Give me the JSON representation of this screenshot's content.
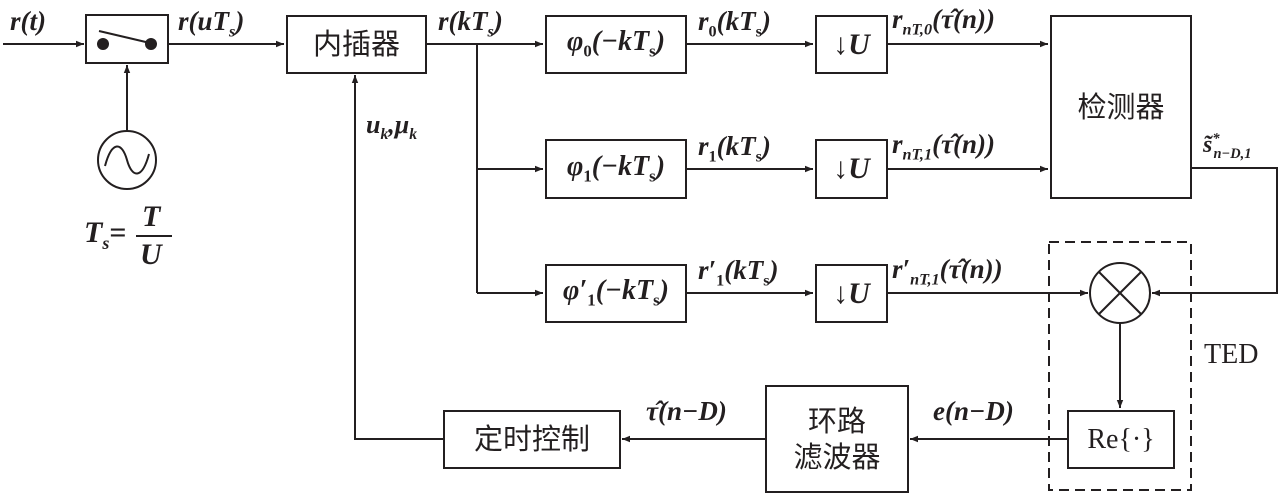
{
  "diagram": {
    "type": "block-diagram",
    "title": "Timing recovery loop with interpolator and TED",
    "colors": {
      "stroke": "#231f20",
      "background": "#ffffff"
    },
    "signals": {
      "input": "r(t)",
      "sampled": "r(uT",
      "sampled_sub": "s",
      "sampled_close": ")",
      "interp_out": "r(kT",
      "interp_out_sub": "s",
      "interp_out_close": ")",
      "control": "u",
      "control_sub": "k",
      "control_sep": ",μ",
      "control_sub2": "k",
      "r0": "r",
      "r0_sub": "0",
      "r0_arg": "(kT",
      "r0_arg_sub": "s",
      "r0_close": ")",
      "r1": "r",
      "r1_sub": "1",
      "r1_arg": "(kT",
      "r1_arg_sub": "s",
      "r1_close": ")",
      "r1p": "r′",
      "r1p_sub": "1",
      "r1p_arg": "(kT",
      "r1p_arg_sub": "s",
      "r1p_close": ")",
      "rn0": "r",
      "rn0_sub": "nT,0",
      "rn0_arg": "(τ̂(n))",
      "rn1": "r",
      "rn1_sub": "nT,1",
      "rn1_arg": "(τ̂(n))",
      "rn1p": "r′",
      "rn1p_sub": "nT,1",
      "rn1p_arg": "(τ̂(n))",
      "detector_out": "s̃",
      "detector_out_sup": "*",
      "detector_out_sub": "n−D,1",
      "error": "e(n−D)",
      "tau_est": "τ̂(n−D)"
    },
    "blocks": {
      "sampler": "switch",
      "oscillator": "sine-source",
      "ts_lhs": "T",
      "ts_lhs_sub": "s",
      "ts_eq": "=",
      "ts_num": "T",
      "ts_den": "U",
      "interpolator": "内插器",
      "phi0": "φ",
      "phi0_sub": "0",
      "phi0_arg": "(−kT",
      "phi0_arg_sub": "s",
      "phi0_close": ")",
      "phi1": "φ",
      "phi1_sub": "1",
      "phi1_arg": "(−kT",
      "phi1_arg_sub": "s",
      "phi1_close": ")",
      "phi1p": "φ′",
      "phi1p_sub": "1",
      "phi1p_arg": "(−kT",
      "phi1p_arg_sub": "s",
      "phi1p_close": ")",
      "downsample_arrow": "↓",
      "downsample": "U",
      "detector": "检测器",
      "multiplier": "multiply",
      "real_part": "Re{·}",
      "ted_label": "TED",
      "loop_filter_line1": "环路",
      "loop_filter_line2": "滤波器",
      "timing_control": "定时控制"
    }
  }
}
